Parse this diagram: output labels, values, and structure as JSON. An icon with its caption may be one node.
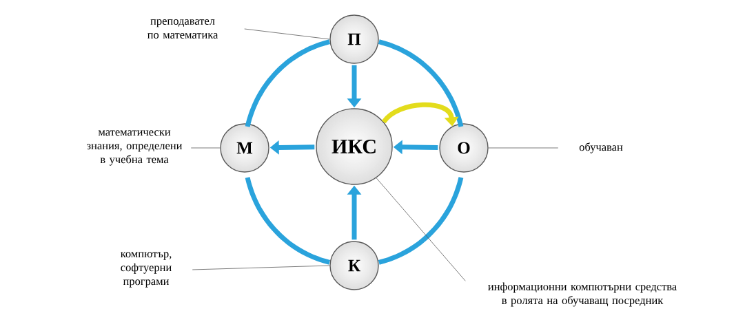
{
  "diagram": {
    "nodes": [
      {
        "text": [
          "П"
        ]
      },
      {
        "text": [
          "М"
        ]
      },
      {
        "text": [
          "ИКС"
        ]
      },
      {
        "text": [
          "О"
        ]
      },
      {
        "text": [
          "К"
        ]
      },
      {
        "text": [
          "преподавател по математика"
        ]
      },
      {
        "text": [
          "математически знания, определени в учебна тема"
        ]
      },
      {
        "text": [
          "обучаван"
        ]
      },
      {
        "text": [
          "компютър, софтуерни програми"
        ]
      },
      {
        "text": [
          "информационни компютърни средства в ролята на обучаващ посредник"
        ]
      }
    ],
    "edges": [
      {
        "from": 0,
        "to": 3,
        "arrow": "none",
        "color": "#2aa3dc"
      },
      {
        "from": 3,
        "to": 4,
        "arrow": "none",
        "color": "#2aa3dc"
      },
      {
        "from": 4,
        "to": 1,
        "arrow": "none",
        "color": "#2aa3dc"
      },
      {
        "from": 1,
        "to": 0,
        "arrow": "none",
        "color": "#2aa3dc"
      },
      {
        "from": 0,
        "to": 2,
        "arrow": "to",
        "color": "#2aa3dc"
      },
      {
        "from": 2,
        "to": 1,
        "arrow": "to",
        "color": "#2aa3dc"
      },
      {
        "from": 3,
        "to": 2,
        "arrow": "to",
        "color": "#2aa3dc"
      },
      {
        "from": 4,
        "to": 2,
        "arrow": "to",
        "color": "#2aa3dc"
      },
      {
        "from": 2,
        "to": 3,
        "arrow": "to",
        "color": "#e3dc1c"
      },
      {
        "from": 5,
        "to": 0,
        "arrow": "none",
        "color": "#595959"
      },
      {
        "from": 6,
        "to": 1,
        "arrow": "none",
        "color": "#595959"
      },
      {
        "from": 7,
        "to": 3,
        "arrow": "none",
        "color": "#595959"
      },
      {
        "from": 8,
        "to": 4,
        "arrow": "none",
        "color": "#595959"
      },
      {
        "from": 9,
        "to": 2,
        "arrow": "none",
        "color": "#595959"
      }
    ]
  }
}
